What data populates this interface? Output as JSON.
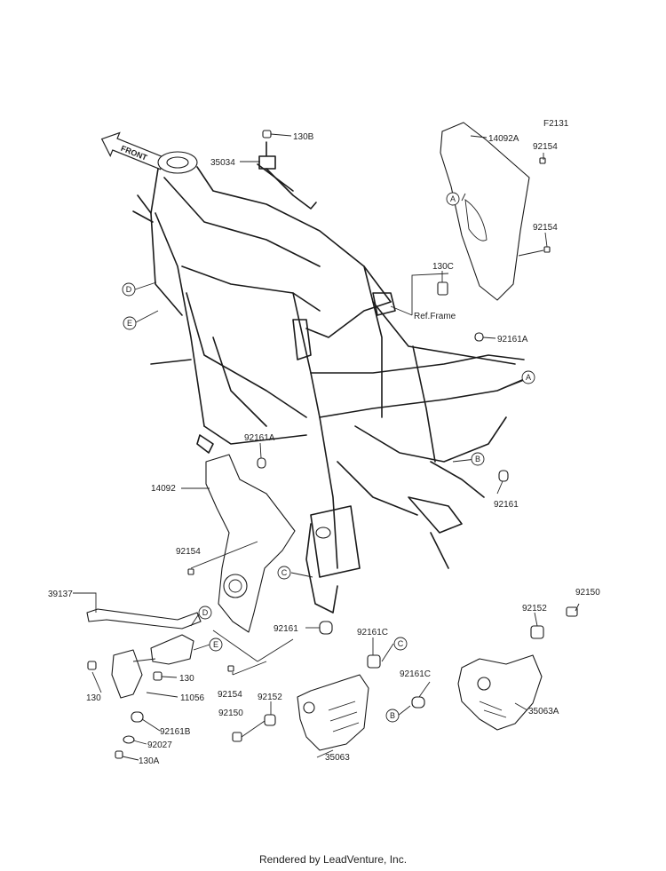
{
  "figure_code": "F2131",
  "front_label": "FRONT",
  "ref_label": "Ref.Frame",
  "footer": "Rendered by LeadVenture, Inc.",
  "parts": {
    "p130B": "130B",
    "p35034": "35034",
    "p14092A": "14092A",
    "p92154_a": "92154",
    "p92154_b": "92154",
    "p130C": "130C",
    "p92161A_a": "92161A",
    "p92161A_b": "92161A",
    "p14092": "14092",
    "p92161": "92161",
    "p92154_c": "92154",
    "p39137": "39137",
    "p130_a": "130",
    "p130_b": "130",
    "p11056": "11056",
    "p92161B": "92161B",
    "p92027": "92027",
    "p130A": "130A",
    "p92161_b": "92161",
    "p92154_d": "92154",
    "p92161C_a": "92161C",
    "p92152_a": "92152",
    "p92150_a": "92150",
    "p35063": "35063",
    "p92161C_b": "92161C",
    "p92150_b": "92150",
    "p92152_b": "92152",
    "p35063A": "35063A"
  },
  "callouts": {
    "A1": "A",
    "A2": "A",
    "B1": "B",
    "B2": "B",
    "C1": "C",
    "C2": "C",
    "D1": "D",
    "D2": "D",
    "E1": "E",
    "E2": "E"
  }
}
